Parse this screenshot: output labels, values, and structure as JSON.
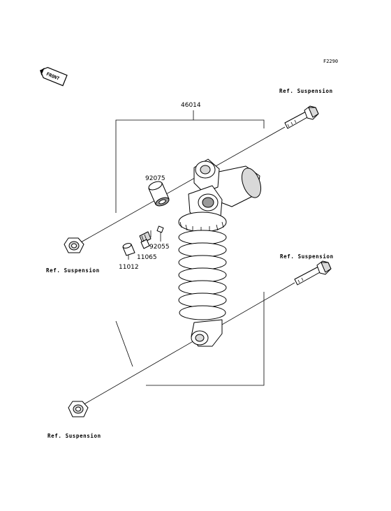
{
  "figure_code": "F2290",
  "front_badge": "FRONT",
  "assembly": {
    "part_number": "46014"
  },
  "parts": {
    "collar": "92075",
    "ring": "92055",
    "fitting": "11065",
    "cap": "11012"
  },
  "references": {
    "top_bolt": "Ref. Suspension",
    "top_nut": "Ref. Suspension",
    "bottom_bolt": "Ref. Suspension",
    "bottom_nut": "Ref. Suspension"
  },
  "colors": {
    "line": "#000000",
    "fill": "#ffffff",
    "shade": "#d9d9d9"
  }
}
